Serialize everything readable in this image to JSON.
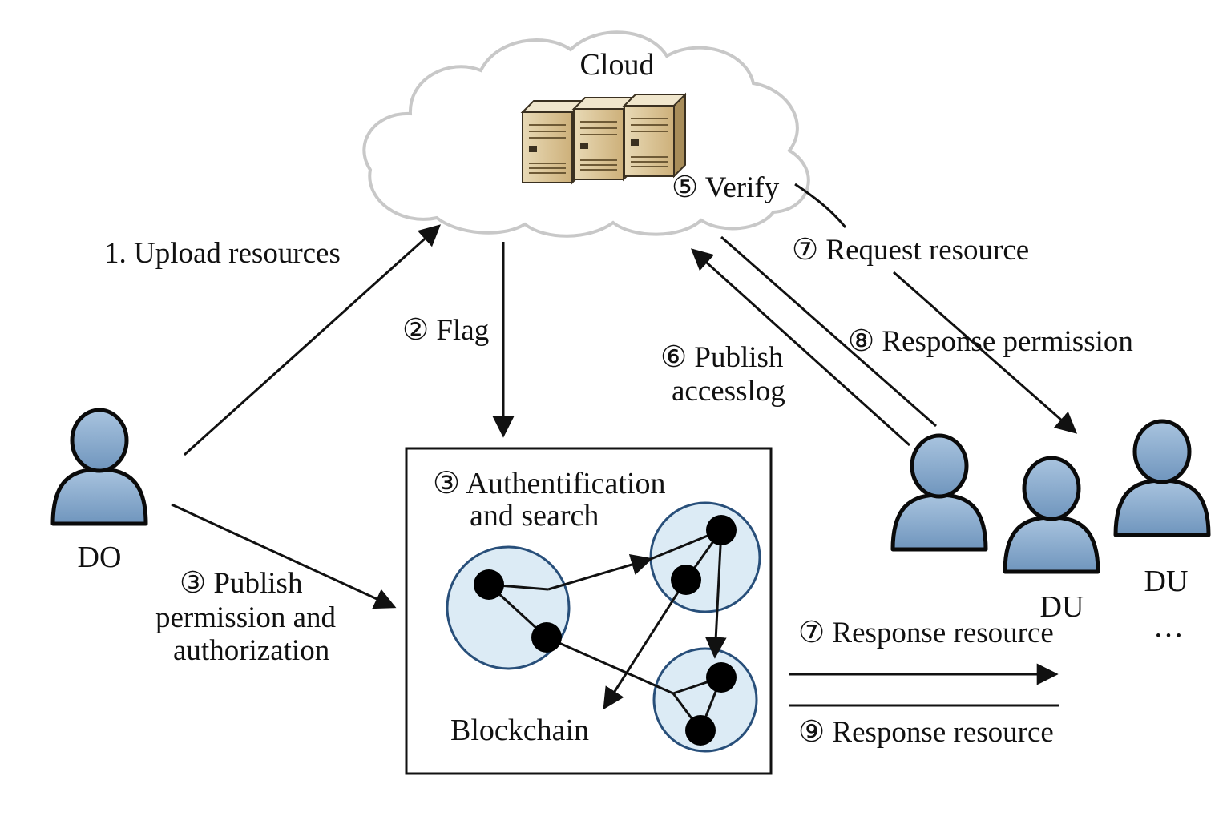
{
  "cloud": {
    "label": "Cloud"
  },
  "actors": {
    "owner": {
      "label": "DO"
    },
    "user_center": {
      "label": "DU"
    },
    "user_right": {
      "label": "DU"
    },
    "ellipsis": "…"
  },
  "steps": {
    "upload": "1. Upload resources",
    "flag": "② Flag",
    "verify": "⑤ Verify",
    "request": "⑦ Request resource",
    "response_permission": "⑧ Response permission",
    "publish_accesslog": [
      "⑥ Publish",
      "accesslog"
    ],
    "publish_permission": [
      "③ Publish",
      "permission and",
      "authorization"
    ],
    "response_resource_7": "⑦ Response resource",
    "response_resource_9": "⑨ Response resource"
  },
  "blockchain": {
    "title": [
      "③ Authentification",
      "and search"
    ],
    "label": "Blockchain"
  },
  "colors": {
    "person_fill": "#7fa3c9",
    "person_stroke": "#0a0a0a",
    "node_circle_fill": "#dcebf5",
    "node_circle_stroke": "#284f7a",
    "cloud_stroke": "#c8c8c8",
    "server_fill": "#d9c49a"
  }
}
